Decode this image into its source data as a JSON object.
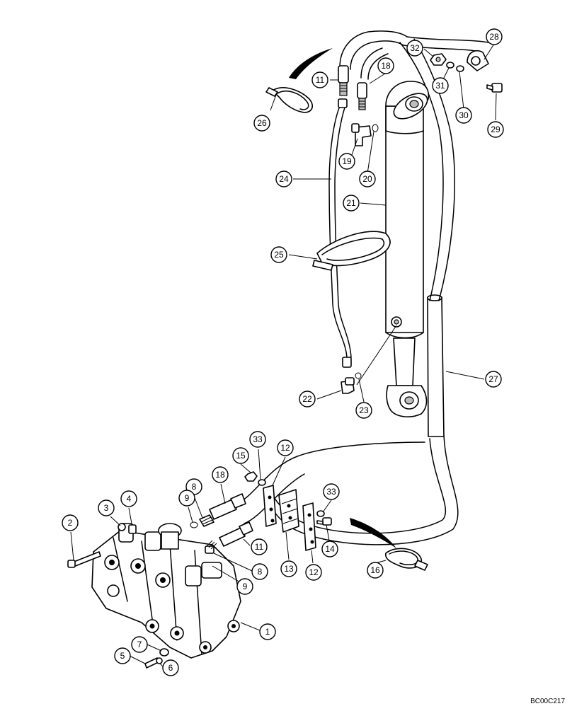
{
  "diagram": {
    "reference_code": "BC00C217",
    "callouts": [
      {
        "id": "c28",
        "label": "28"
      },
      {
        "id": "c32",
        "label": "32"
      },
      {
        "id": "c31",
        "label": "31"
      },
      {
        "id": "c30",
        "label": "30"
      },
      {
        "id": "c29",
        "label": "29"
      },
      {
        "id": "c11a",
        "label": "11"
      },
      {
        "id": "c18a",
        "label": "18"
      },
      {
        "id": "c26",
        "label": "26"
      },
      {
        "id": "c19",
        "label": "19"
      },
      {
        "id": "c20",
        "label": "20"
      },
      {
        "id": "c24",
        "label": "24"
      },
      {
        "id": "c21",
        "label": "21"
      },
      {
        "id": "c25",
        "label": "25"
      },
      {
        "id": "c27",
        "label": "27"
      },
      {
        "id": "c22",
        "label": "22"
      },
      {
        "id": "c23",
        "label": "23"
      },
      {
        "id": "c33a",
        "label": "33"
      },
      {
        "id": "c12a",
        "label": "12"
      },
      {
        "id": "c15",
        "label": "15"
      },
      {
        "id": "c18b",
        "label": "18"
      },
      {
        "id": "c8a",
        "label": "8"
      },
      {
        "id": "c9a",
        "label": "9"
      },
      {
        "id": "c4",
        "label": "4"
      },
      {
        "id": "c3",
        "label": "3"
      },
      {
        "id": "c2",
        "label": "2"
      },
      {
        "id": "c33b",
        "label": "33"
      },
      {
        "id": "c14",
        "label": "14"
      },
      {
        "id": "c11b",
        "label": "11"
      },
      {
        "id": "c13",
        "label": "13"
      },
      {
        "id": "c12b",
        "label": "12"
      },
      {
        "id": "c16",
        "label": "16"
      },
      {
        "id": "c8b",
        "label": "8"
      },
      {
        "id": "c9b",
        "label": "9"
      },
      {
        "id": "c1",
        "label": "1"
      },
      {
        "id": "c7",
        "label": "7"
      },
      {
        "id": "c5",
        "label": "5"
      },
      {
        "id": "c6",
        "label": "6"
      }
    ]
  }
}
